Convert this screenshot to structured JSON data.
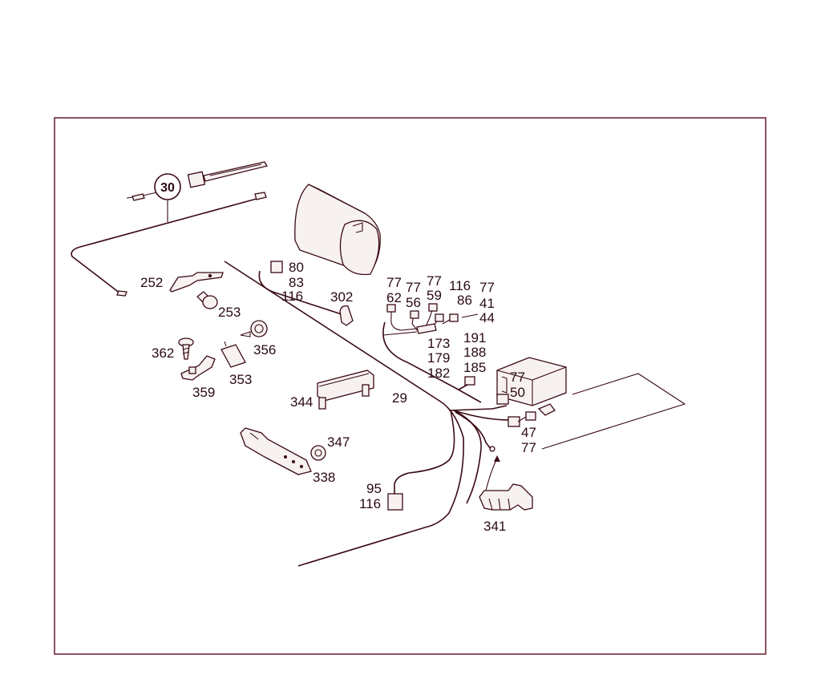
{
  "colors": {
    "line": "#3a0a14",
    "frame": "#5a0a1a",
    "text": "#2a0a12"
  },
  "callout": {
    "label": "30"
  },
  "labels": {
    "l252": "252",
    "l253": "253",
    "l362": "362",
    "l356": "356",
    "l353": "353",
    "l359": "359",
    "l344": "344",
    "l29": "29",
    "l347": "347",
    "l338": "338",
    "l80": "80",
    "l83": "83",
    "l116a": "116",
    "l302": "302",
    "l77a": "77",
    "l62": "62",
    "l77b": "77",
    "l56": "56",
    "l77c": "77",
    "l59": "59",
    "l116b": "116",
    "l86": "86",
    "l77d": "77",
    "l41": "41",
    "l44": "44",
    "l173": "173",
    "l179": "179",
    "l182": "182",
    "l191": "191",
    "l188": "188",
    "l185": "185",
    "l77e": "77",
    "l50": "50",
    "l47": "47",
    "l77f": "77",
    "l95": "95",
    "l116c": "116",
    "l341": "341"
  }
}
